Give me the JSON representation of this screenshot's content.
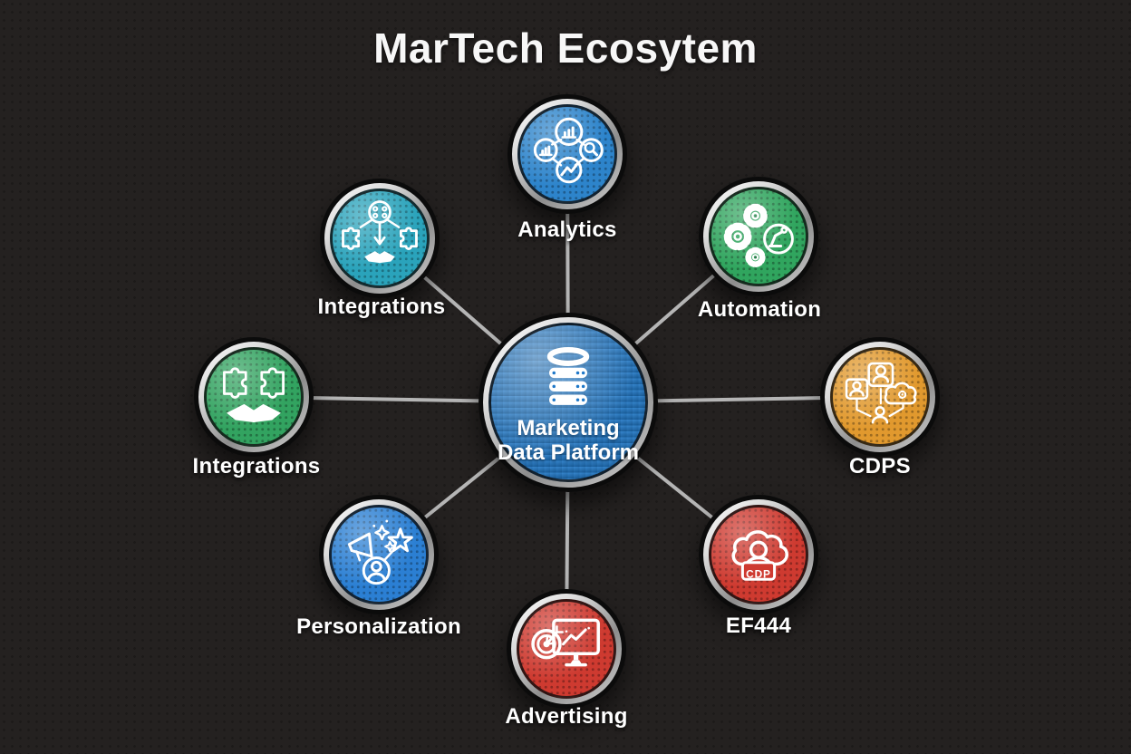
{
  "title": "MarTech Ecosytem",
  "background_color": "#242120",
  "line_color": "#b5b5b5",
  "center": {
    "label_line1": "Marketing",
    "label_line2": "Data Platform",
    "color": "#1f78c8",
    "icon": "database-icon"
  },
  "nodes": [
    {
      "id": "analytics",
      "label": "Analytics",
      "color": "#2d84cb",
      "icon": "analytics-charts-icon"
    },
    {
      "id": "automation",
      "label": "Automation",
      "color": "#30a55e",
      "icon": "automation-gears-icon"
    },
    {
      "id": "cdps",
      "label": "CDPS",
      "color": "#e1992e",
      "icon": "customer-profiles-cloud-icon"
    },
    {
      "id": "ef444",
      "label": "EF444",
      "color": "#ce3a30",
      "icon": "cdp-cloud-user-icon",
      "icon_text": "CDP"
    },
    {
      "id": "advertising",
      "label": "Advertising",
      "color": "#ce3a30",
      "icon": "target-monitor-icon"
    },
    {
      "id": "personalization",
      "label": "Personalization",
      "color": "#2b7fd3",
      "icon": "megaphone-star-user-icon"
    },
    {
      "id": "integrations_left",
      "label": "Integrations",
      "color": "#32a360",
      "icon": "puzzle-handshake-icon"
    },
    {
      "id": "integrations_top_left",
      "label": "Integrations",
      "color": "#2aa3bb",
      "icon": "workflow-puzzle-handshake-icon"
    }
  ]
}
